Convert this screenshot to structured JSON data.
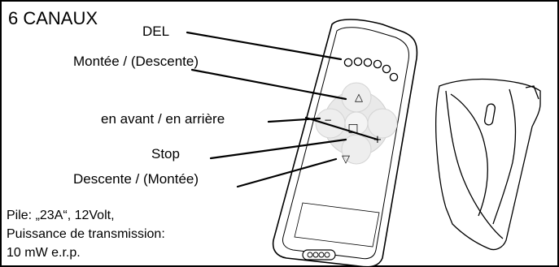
{
  "title": "6 CANAUX",
  "labels": {
    "del": "DEL",
    "montee_descente": "Montée / (Descente)",
    "avant_arriere": "en avant / en arrière",
    "stop": "Stop",
    "descente_montee": "Descente / (Montée)"
  },
  "notes": {
    "line1": "Pile: „23A“, 12Volt,",
    "line2": "Puissance de transmission:",
    "line3": "10 mW e.r.p."
  },
  "button_glyphs": {
    "up": "△",
    "stop": "□",
    "minus": "−",
    "plus": "+",
    "down": "▽"
  },
  "colors": {
    "line": "#000000",
    "keypad": "#e9e9e9",
    "background": "#ffffff"
  }
}
